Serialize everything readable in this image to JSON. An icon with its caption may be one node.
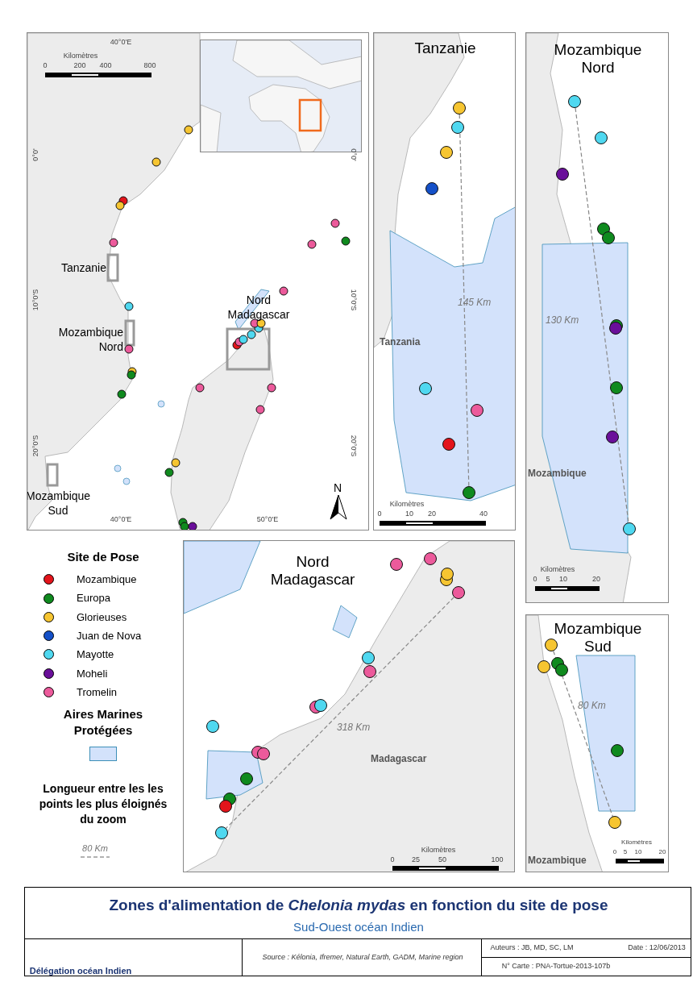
{
  "diagram": {
    "title": "Zones d'alimentation de *Chelonia mydas* en fonction du site de pose",
    "nodes": [
      {
        "text": [
          "Tanzanie",
          "Mozambique Nord",
          "Nord Madagascar",
          "Mozambique Sud"
        ]
      },
      {
        "text": [],
        "shape": "picture",
        "in": 0
      },
      {
        "text": [
          "Tanzanie",
          "145 Km",
          "Tanzania"
        ]
      },
      {
        "text": [
          "Mozambique Nord",
          "130 Km",
          "Mozambique"
        ]
      },
      {
        "text": [
          "Nord Madagascar",
          "318 Km",
          "Madagascar"
        ]
      },
      {
        "text": [
          "Mozambique Sud",
          "80 Km",
          "Mozambique"
        ]
      },
      {
        "text": [
          "Sud-Ouest océan Indien"
        ]
      }
    ],
    "edges": [],
    "labels": [
      "40°0'E",
      "Kilomètres",
      "0",
      "200",
      "400",
      "800",
      "0°0'",
      "0°0'",
      "10°0'S",
      "10°0'S",
      "20°0'S",
      "20°0'S",
      "40°0'E",
      "50°0'E",
      "N",
      "Kilomètres",
      "0",
      "10",
      "20",
      "40",
      "Kilomètres",
      "0",
      "5",
      "10",
      "20",
      "Site de Pose",
      "Longueur entre les les points les plus éloignés du zoom",
      "Kilomètres",
      "0",
      "25",
      "50",
      "100",
      "Kilomètres",
      "0",
      "5",
      "10",
      "20",
      "Délégation océan Indien",
      "Source : Kélonia, Ifremer, Natural Earth, GADM, Marine region",
      "Auteurs : JB, MD, SC, LM",
      "Date : 12/06/2013",
      "N° Carte : PNA-Tortue-2013-107b"
    ],
    "legend": [
      {
        "text": "Mozambique",
        "color": "#e3141b"
      },
      {
        "text": "Europa",
        "color": "#0f8a1e"
      },
      {
        "text": "Glorieuses",
        "color": "#f6c531"
      },
      {
        "text": "Juan de Nova",
        "color": "#1450c8"
      },
      {
        "text": "Mayotte",
        "color": "#4fd8f0"
      },
      {
        "text": "Moheli",
        "color": "#6a0f9a"
      },
      {
        "text": "Tromelin",
        "color": "#ec5a9b"
      },
      {
        "text": "Aires Marines Protégées",
        "color": "#d3e2fb"
      },
      {
        "text": "80 Km"
      }
    ]
  }
}
